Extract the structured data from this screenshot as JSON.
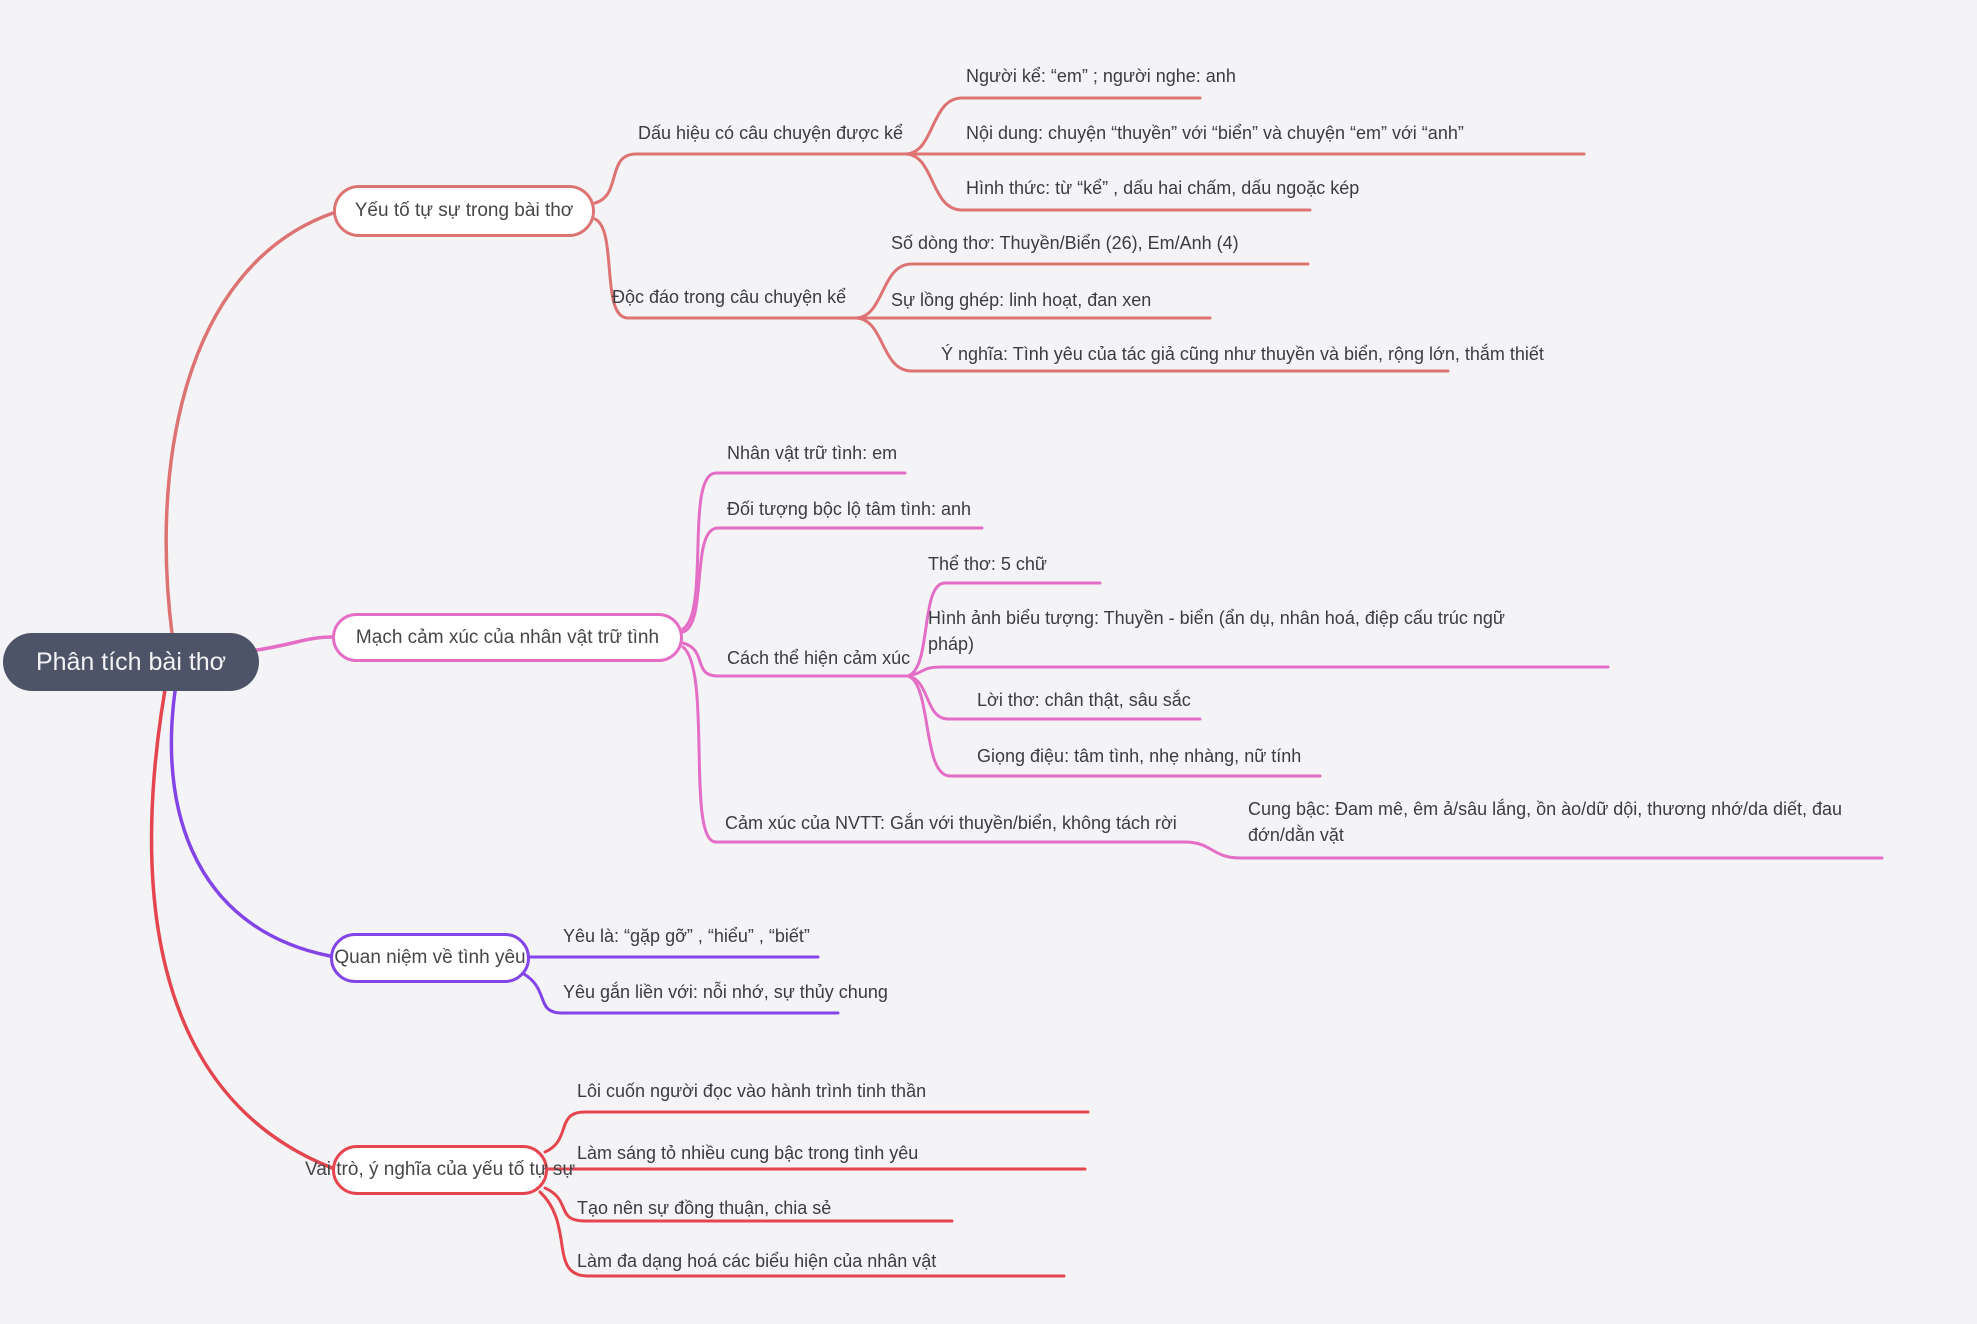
{
  "colors": {
    "branch1": "#dd7373",
    "branch2": "#e46ec6",
    "branch3": "#8344e8",
    "branch4": "#e5454e",
    "root_bg": "#4e5468",
    "root_text": "#f2f2f4",
    "text": "#3c3c40",
    "bg": "#f4f4f6",
    "node_bg": "#ffffff"
  },
  "root": {
    "label": "Phân tích bài thơ"
  },
  "branches": [
    {
      "topic": "Yếu tố tự sự trong bài thơ",
      "children": [
        {
          "label": "Dấu hiệu có câu chuyện được kể",
          "children": [
            {
              "label": "Người kể: “em” ; người nghe: anh"
            },
            {
              "label": "Nội dung: chuyện “thuyền” với “biển” và chuyện “em” với “anh”"
            },
            {
              "label": "Hình thức: từ “kể” , dấu hai chấm, dấu ngoặc kép"
            }
          ]
        },
        {
          "label": "Độc đáo trong câu chuyện kể",
          "children": [
            {
              "label": "Số dòng thơ: Thuyền/Biển (26), Em/Anh (4)"
            },
            {
              "label": "Sự lồng ghép: linh hoạt, đan xen"
            },
            {
              "label": "Ý nghĩa: Tình yêu của tác giả cũng như thuyền và biển, rộng lớn, thắm thiết"
            }
          ]
        }
      ]
    },
    {
      "topic": "Mạch cảm xúc của nhân vật trữ tình",
      "children": [
        {
          "label": "Nhân vật trữ tình: em"
        },
        {
          "label": "Đối tượng bộc lộ tâm tình: anh"
        },
        {
          "label": "Cách thể hiện cảm xúc",
          "children": [
            {
              "label": "Thể thơ: 5 chữ"
            },
            {
              "label": "Hình ảnh biểu tượng: Thuyền - biển (ẩn dụ, nhân hoá, điệp cấu trúc ngữ pháp)"
            },
            {
              "label": "Lời thơ: chân thật, sâu sắc"
            },
            {
              "label": "Giọng điệu: tâm tình, nhẹ nhàng, nữ tính"
            }
          ]
        },
        {
          "label": "Cảm xúc của NVTT: Gắn với thuyền/biển, không tách rời",
          "children": [
            {
              "label": "Cung bậc: Đam mê, êm ả/sâu lắng, ồn ào/dữ dội, thương nhớ/da diết, đau đớn/dằn vặt"
            }
          ]
        }
      ]
    },
    {
      "topic": "Quan niệm về tình yêu",
      "children": [
        {
          "label": "Yêu là: “gặp gỡ” , “hiểu” , “biết”"
        },
        {
          "label": "Yêu gắn liền với: nỗi nhớ, sự thủy chung"
        }
      ]
    },
    {
      "topic": "Vai trò, ý nghĩa của yếu tố tự sự",
      "children": [
        {
          "label": "Lôi cuốn người đọc vào hành trình tinh thần"
        },
        {
          "label": "Làm sáng tỏ nhiều cung bậc trong tình yêu"
        },
        {
          "label": "Tạo nên sự đồng thuận, chia sẻ"
        },
        {
          "label": "Làm đa dạng hoá các biểu hiện của nhân vật"
        }
      ]
    }
  ]
}
